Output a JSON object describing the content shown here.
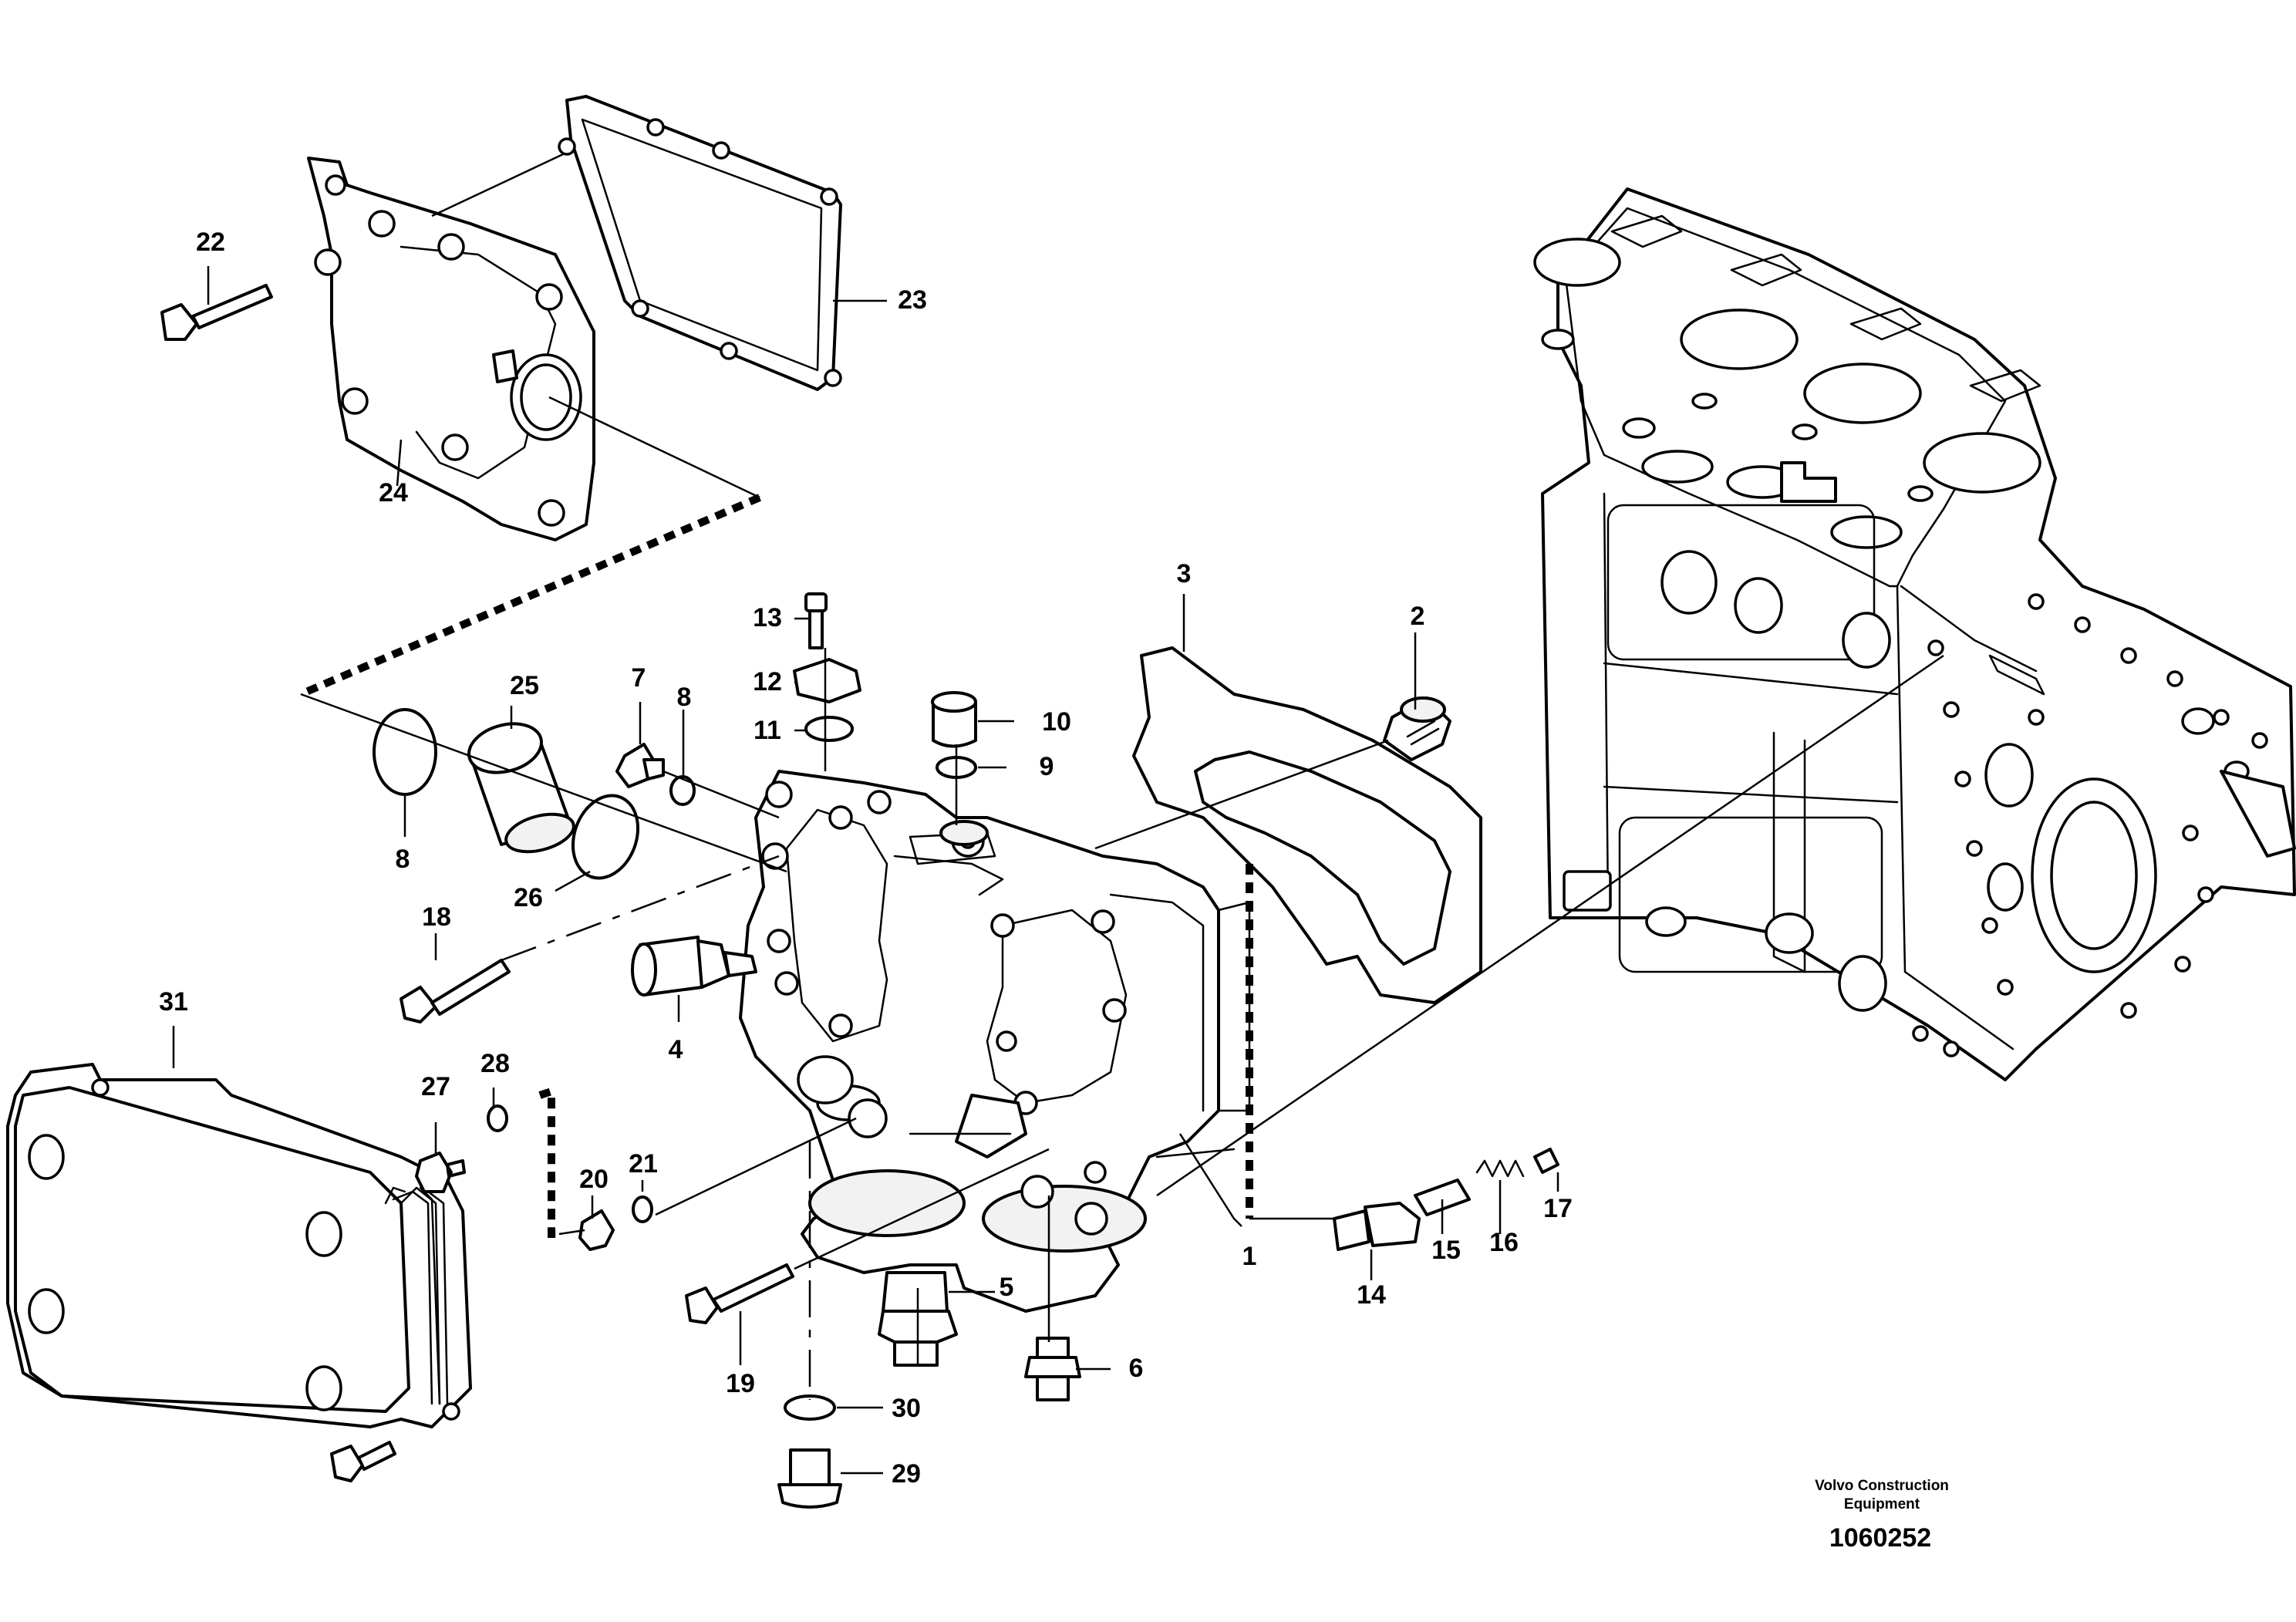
{
  "diagram": {
    "brand_line1": "Volvo Construction",
    "brand_line2": "Equipment",
    "drawing_number": "1060252",
    "callouts": [
      "1",
      "2",
      "3",
      "4",
      "5",
      "6",
      "7",
      "8",
      "8",
      "9",
      "10",
      "11",
      "12",
      "13",
      "14",
      "15",
      "16",
      "17",
      "18",
      "19",
      "20",
      "21",
      "22",
      "23",
      "24",
      "25",
      "26",
      "27",
      "28",
      "29",
      "30",
      "31"
    ]
  }
}
